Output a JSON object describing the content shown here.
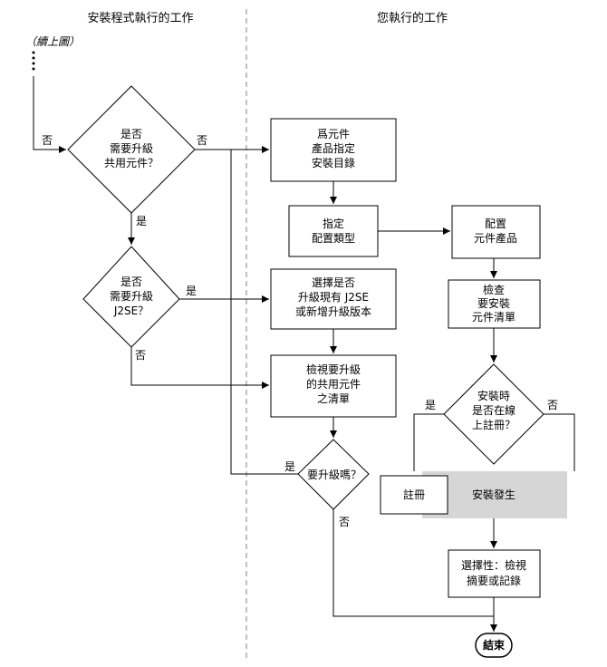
{
  "lanes": {
    "left_header": "安裝程式執行的工作",
    "right_header": "您執行的工作"
  },
  "continue_label": "（續上圖）",
  "nodes": {
    "d_shared": [
      "是否",
      "需要升級",
      "共用元件？"
    ],
    "d_j2se": [
      "是否",
      "需要升級",
      "J2SE？"
    ],
    "b_target": [
      "爲元件",
      "產品指定",
      "安裝目錄"
    ],
    "b_config_type": [
      "指定",
      "配置類型"
    ],
    "b_config": [
      "配置",
      "元件產品"
    ],
    "b_check": [
      "檢查",
      "要安裝",
      "元件清單"
    ],
    "b_choose_j2se": [
      "選擇是否",
      "升級現有 J2SE",
      "或新增升級版本"
    ],
    "b_review": [
      "檢視要升級",
      "的共用元件",
      "之清單"
    ],
    "d_upgrade": [
      "要升級嗎？"
    ],
    "d_register": [
      "安裝時",
      "是否在線",
      "上註冊？"
    ],
    "b_register": [
      "註冊"
    ],
    "b_install": [
      "安裝發生"
    ],
    "b_optional": [
      "選擇性：檢視",
      "摘要或記錄"
    ],
    "end": [
      "結束"
    ]
  },
  "edge_labels": {
    "no_left": "否",
    "no_right": "否",
    "yes_shared": "是",
    "yes_j2se": "是",
    "no_j2se": "否",
    "yes_upgrade": "是",
    "no_upgrade": "否",
    "yes_register": "是",
    "no_register": "否"
  },
  "colors": {
    "install_box_fill": "#d6d6d6",
    "lane_divider": "#808080"
  }
}
